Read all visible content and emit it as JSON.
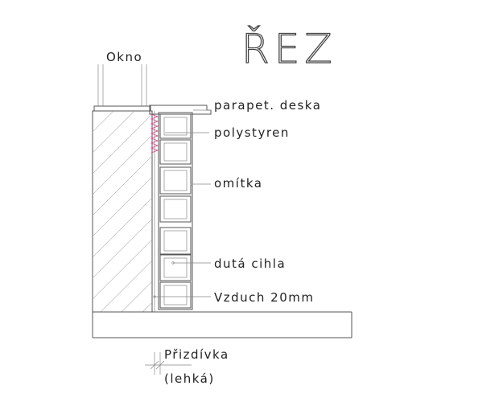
{
  "title": "ŘEZ",
  "labels": {
    "okno": "Okno",
    "parapet": "parapet. deska",
    "polystyren": "polystyren",
    "omitka": "omítka",
    "cihla": "dutá cihla",
    "vzduch": "Vzduch 20mm",
    "prizdivka": "Přizdívka",
    "lehka": "(lehká)"
  },
  "colors": {
    "line": "#555555",
    "insulation": "#e0408a",
    "parapet_fill": "#c9c9d8"
  }
}
